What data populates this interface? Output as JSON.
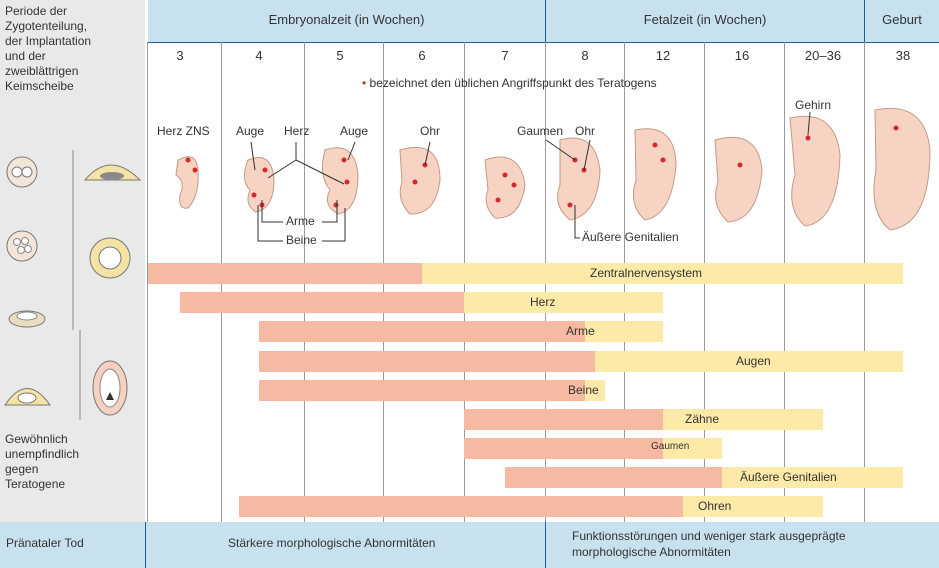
{
  "header": {
    "left_title": "Periode der\nZygotenteilung,\nder Implantation\nund der\nzweiblättrigen\nKeimscheibe",
    "embryonal": "Embryonalzeit (in Wochen)",
    "fetal": "Fetalzeit (in Wochen)",
    "birth": "Geburt"
  },
  "weeks": [
    "3",
    "4",
    "5",
    "6",
    "7",
    "8",
    "12",
    "16",
    "20–36",
    "38"
  ],
  "note": {
    "marker": "•",
    "text": "bezeichnet den üblichen Angriffspunkt des Teratogens"
  },
  "organ_labels": {
    "herz_zns": "Herz ZNS",
    "auge1": "Auge",
    "herz": "Herz",
    "auge2": "Auge",
    "ohr1": "Ohr",
    "gaumen": "Gaumen",
    "ohr2": "Ohr",
    "gehirn": "Gehirn",
    "arme": "Arme",
    "beine": "Beine",
    "genitalien": "Äußere Genitalien"
  },
  "insensitive": "Gewöhnlich\nunempfindlich\ngegen\nTeratogene",
  "footer": {
    "death": "Pränataler Tod",
    "major": "Stärkere morphologische Abnormitäten",
    "minor": "Funktionsstörungen und weniger stark ausgeprägte\nmorphologische Abnormitäten"
  },
  "bars": [
    {
      "label": "Zentralnervensystem",
      "major_start": 2.5,
      "major_end": 6.0,
      "minor_end": 38
    },
    {
      "label": "Herz",
      "major_start": 3.0,
      "major_end": 6.5,
      "minor_end": 12
    },
    {
      "label": "Arme",
      "major_start": 4.0,
      "major_end": 8.0,
      "minor_end": 12
    },
    {
      "label": "Augen",
      "major_start": 4.0,
      "major_end": 8.5,
      "minor_end": 38
    },
    {
      "label": "Beine",
      "major_start": 4.0,
      "major_end": 8.0,
      "minor_end": 9.0
    },
    {
      "label": "Zähne",
      "major_start": 6.5,
      "major_end": 12,
      "minor_end": 20
    },
    {
      "label": "Gaumen",
      "major_start": 6.5,
      "major_end": 12,
      "minor_end": 15
    },
    {
      "label": "Äußere Genitalien",
      "major_start": 7.0,
      "major_end": 15,
      "minor_end": 38
    },
    {
      "label": "Ohren",
      "major_start": 3.75,
      "major_end": 13,
      "minor_end": 20
    }
  ],
  "colors": {
    "header_bg": "#c7e1ef",
    "major": "#f6b9a1",
    "minor": "#fdeaa8",
    "grid": "#9a9a9a",
    "dot": "#d8272d"
  }
}
